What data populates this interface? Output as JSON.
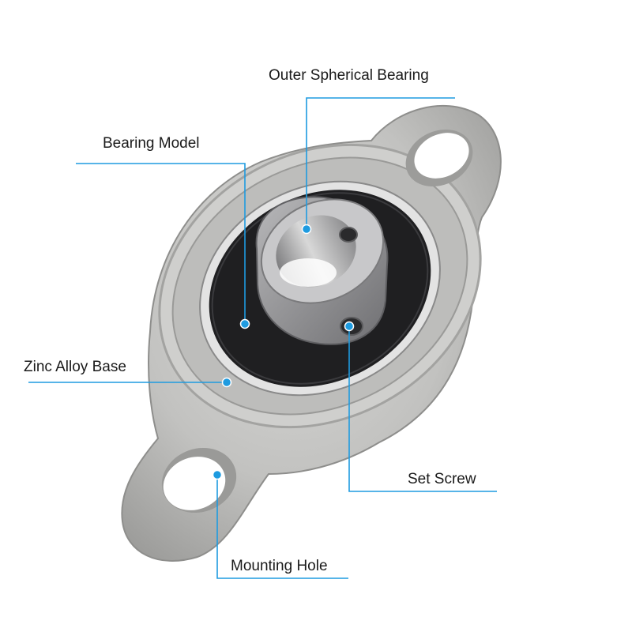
{
  "callouts": {
    "outer_spherical_bearing": "Outer Spherical Bearing",
    "bearing_model": "Bearing Model",
    "zinc_alloy_base": "Zinc Alloy Base",
    "set_screw": "Set Screw",
    "mounting_hole": "Mounting Hole"
  },
  "colors": {
    "leader_line": "#1e9be0",
    "housing": "#c4c4c2",
    "bearing_seal": "#1f1f21",
    "inner_ring": "#a9a9ab"
  }
}
